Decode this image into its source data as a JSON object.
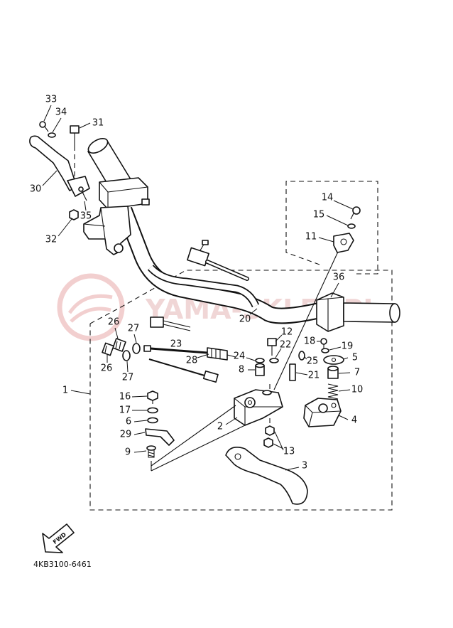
{
  "document_code": "4KB3100-6461",
  "fwd_label": "FWD",
  "watermark": {
    "text": "YAMA-SKLEP.PL",
    "color": "#ecc9c9"
  },
  "colors": {
    "line": "#111111",
    "background": "#ffffff"
  },
  "callouts": [
    "33",
    "34",
    "31",
    "30",
    "35",
    "32",
    "14",
    "15",
    "11",
    "36",
    "20",
    "12",
    "26",
    "27",
    "23",
    "28",
    "24",
    "22",
    "18",
    "19",
    "5",
    "25",
    "8",
    "21",
    "7",
    "10",
    "26",
    "27",
    "1",
    "16",
    "17",
    "6",
    "29",
    "4",
    "2",
    "9",
    "13",
    "3"
  ]
}
